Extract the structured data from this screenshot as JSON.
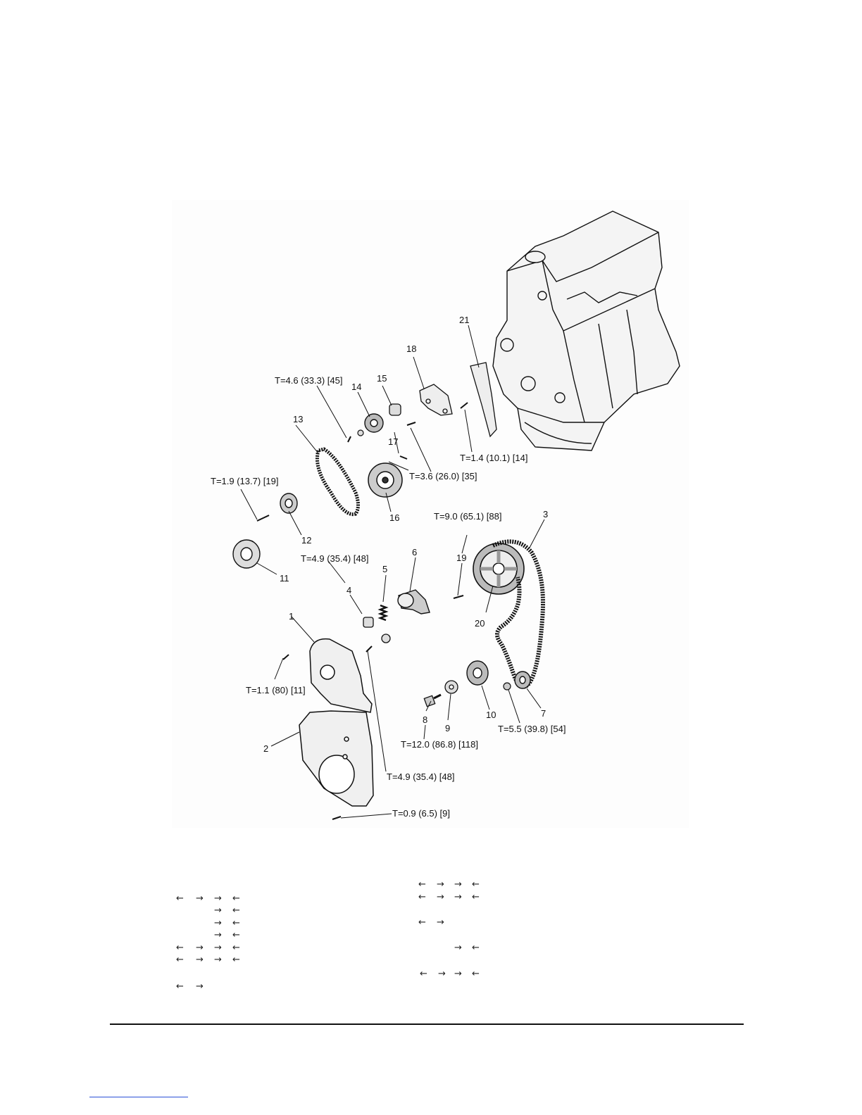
{
  "diagram": {
    "torques": {
      "t1": "T=4.6 (33.3) [45]",
      "t2": "T=1.4 (10.1) [14]",
      "t3": "T=3.6 (26.0) [35]",
      "t4": "T=1.9 (13.7) [19]",
      "t5": "T=9.0 (65.1) [88]",
      "t6": "T=4.9 (35.4) [48]",
      "t7": "T=1.1 (80) [11]",
      "t8": "T=5.5 (39.8) [54]",
      "t9": "T=12.0 (86.8) [118]",
      "t10": "T=4.9 (35.4) [48]",
      "t11": "T=0.9 (6.5) [9]"
    },
    "callouts": [
      "1",
      "2",
      "3",
      "4",
      "5",
      "6",
      "7",
      "8",
      "9",
      "10",
      "11",
      "12",
      "13",
      "14",
      "15",
      "16",
      "17",
      "18",
      "19",
      "20",
      "21"
    ]
  },
  "arrow_legend": {
    "left_arrow": "←",
    "right_arrow": "→"
  }
}
